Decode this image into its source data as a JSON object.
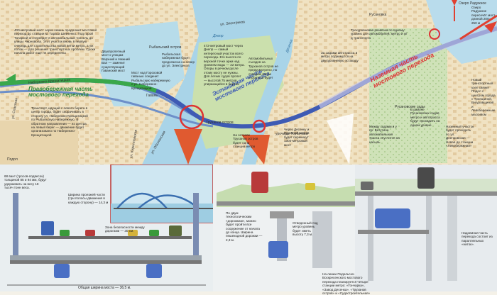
{
  "map": {
    "section_right_bank": "Правобережная часть\nмостового перехода",
    "section_overpass": "Эстакадная часть\nмостового перехода",
    "section_ground": "Наземная часть\nмостового перехода",
    "lake": "Озеро Радужное",
    "labels": {
      "rybalsky_island": "Рыбальский остров",
      "trukhanov": "Труханов остров",
      "dnepr": "Днепр",
      "desenka": "Десенка",
      "gorbachikha": "урочище Горбачиха",
      "rusanovka": "Русановка",
      "rusanov_gardens": "Русановские сады",
      "podol": "Подол",
      "gavan": "Гавань",
      "naberezhno_kreshch": "Набережно-Крещатицкая",
      "elektrikov": "ул. Электриков",
      "obolon": "ул. Оболонская",
      "spasskaya": "ул. Спасская",
      "kirillovskaya": "ул. Кирилловская"
    },
    "notes": {
      "n1": "400-метровый мост через гавань продолжит мостовой переход до станции м. Тараса Шевченко. Под горой Татаркой он перейдет в автомобильный тоннель до улицы Черновола. Этот участок вновь в первую очередь для строительства новой ветки метро, а уж потом — для решения транспортных проблем. Сроки начала работ еще не определены",
      "n2": "Двухпролетный мост к улицам Верхний и Нижний Вал — заменит существующий Гаванский мост",
      "n3": "Мост над Гороховой гаванью соединит Рыбальскую набережную с ул. Набережно-Крещатицкой",
      "n4": "Рыбальская набережная будет продолжена на север до ул. Электриков",
      "n5": "472-метровый мост через Днепр — самый интересный участок всего перехода. Его высота по верхней точке арки над уровнем воды — 22 метра. Опоры в речном русле этому мосту не нужны. Для легких судов пролет — высотой 75 метров, упирающийся в берега.",
      "n6": "Автомобильных съездов на Труханов остров не предусмотрено, но станцию метро строиться будет",
      "n7": "Транспорт, идущий с левого берега в центр города, будет сворачивать в сторону ул. Набережно-Крещатицкой по Рыбальскую набережную. В обратном направлении — из центра на левый берег — движение будет организовано по Набережно-Крещатицкой",
      "n8": "На острове Труханов остров будет одна станция метро",
      "n9": "Через Десенку и Труханов остров будет перекинут 1304-метровый мост",
      "n10": "Трехуровневая развязка по одному уровню для автомобилей, метро и ж/д транспорта",
      "n11": "За садами автотрасса и метро поднимутся на двухуровневую эстакаду",
      "n12": "В районе Русановских садов метро и автотрасса будут проходить на одном уровне",
      "n13": "Между садами и у пр. Ватутина автомобильная трасса спустится на насыпь",
      "n14": "Наземный участок будет проходить по ул. Днепровская — Новая до станции «Левобережная»",
      "n15": "Новый транспортный узел свяжет Подол с центром города с Троещиной, Вигуровщиной и Левобережным массивом",
      "n16": "Озеро Радужное пересечёт мост длиной 200–250 м"
    }
  },
  "sections": {
    "left_notes": {
      "cables": "68 вант (тросов-подвесок) толщиной 85 и 94 мм, будут удерживать на весу 18 тысяч тонн веса.",
      "lane_width": "Ширина проезжей части (три полосы движения в каждую сторону) — 14,3 м",
      "safety": "Зона безопасности между дорогами — 30 см.",
      "total_width": "Общая ширина моста — 36,5 м."
    },
    "mid_notes": {
      "walkways": "По двум технологическим «дорожкам», можно будет пройти все сооружение от начала до конца. Ширина пешеходной дорожки — 2,3 м.",
      "metro_space": "Отведенный под метро уровень будет иметь высоту 7,3 м."
    },
    "right_notes": {
      "stations": "На линии Подольско-Воскресенского мостового перехода планируется четыре станции метро: «Гончарка», «Завод Десенка», «Труханов остров» и «Судострои­тельная»",
      "above_ground": "Надземная часть перехода состоит из параллельных «ниток»."
    }
  }
}
